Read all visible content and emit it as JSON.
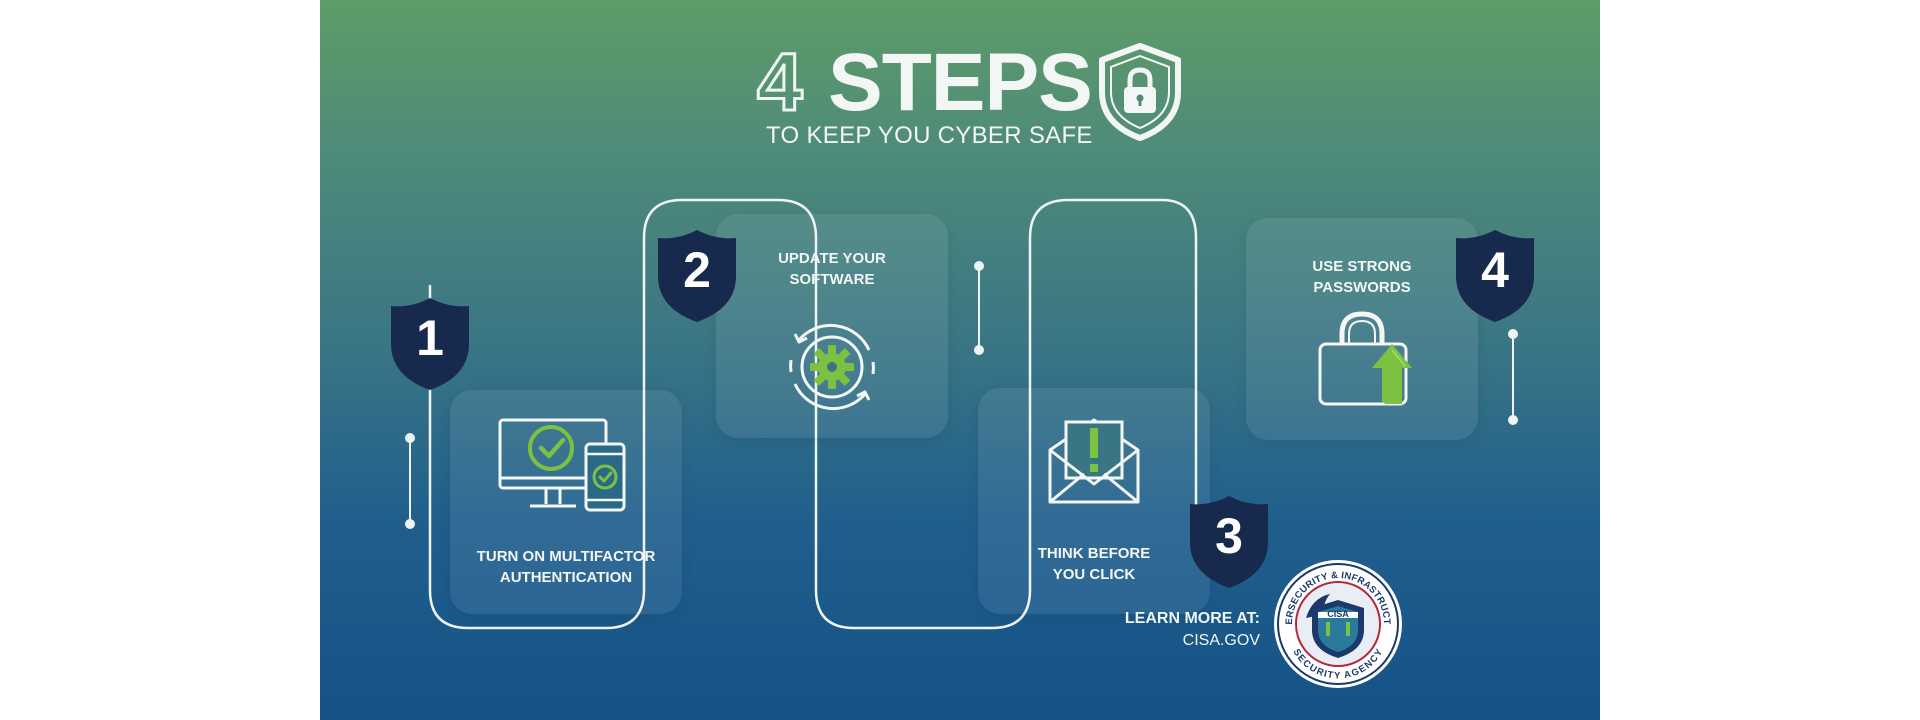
{
  "header": {
    "number": "4",
    "title": "STEPS",
    "subtitle": "TO KEEP YOU CYBER SAFE",
    "icon": "shield-lock-icon"
  },
  "steps": [
    {
      "number": "1",
      "label_line1": "TURN ON MULTIFACTOR",
      "label_line2": "AUTHENTICATION",
      "icon": "devices-check-icon"
    },
    {
      "number": "2",
      "label_line1": "UPDATE YOUR",
      "label_line2": "SOFTWARE",
      "icon": "refresh-gear-icon"
    },
    {
      "number": "3",
      "label_line1": "THINK BEFORE",
      "label_line2": "YOU CLICK",
      "icon": "envelope-alert-icon"
    },
    {
      "number": "4",
      "label_line1": "USE STRONG",
      "label_line2": "PASSWORDS",
      "icon": "padlock-arrow-up-icon"
    }
  ],
  "footer": {
    "learn_more_label": "LEARN MORE AT:",
    "learn_more_url": "CISA.GOV"
  },
  "seal": {
    "top_text": "CYBERSECURITY & INFRASTRUCTURE",
    "bottom_text": "SECURITY AGENCY",
    "center_text": "CISA"
  },
  "colors": {
    "badge_navy": "#17294d",
    "accent_green": "#7cc142",
    "line_white": "#eef4f2"
  }
}
